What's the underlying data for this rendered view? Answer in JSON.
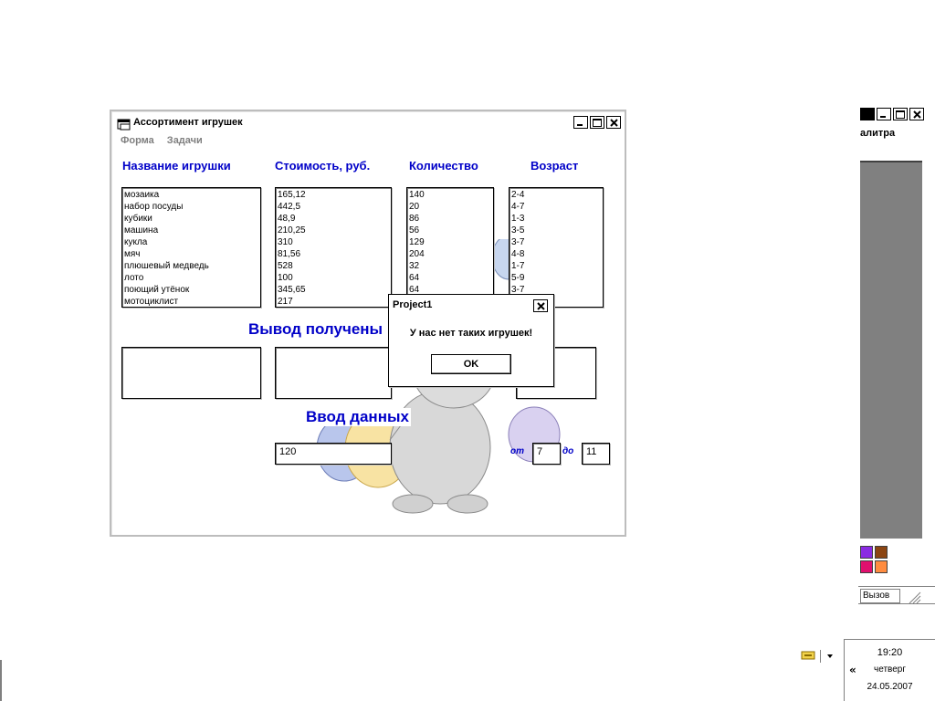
{
  "window": {
    "title": "Ассортимент игрушек",
    "menu": [
      "Форма",
      "Задачи"
    ]
  },
  "columns": {
    "name": "Название игрушки",
    "price": "Стоимость, руб.",
    "qty": "Количество",
    "age": "Возраст"
  },
  "lists": {
    "names": [
      "мозаика",
      "набор посуды",
      "кубики",
      "машина",
      "кукла",
      "мяч",
      "плюшевый медведь",
      "лото",
      "поющий утёнок",
      "мотоциклист"
    ],
    "prices": [
      "165,12",
      "442,5",
      "48,9",
      "210,25",
      "310",
      "81,56",
      "528",
      "100",
      "345,65",
      "217"
    ],
    "qtys": [
      "140",
      "20",
      "86",
      "56",
      "129",
      "204",
      "32",
      "64",
      "64"
    ],
    "ages": [
      "2-4",
      "4-7",
      "1-3",
      "3-5",
      "3-7",
      "4-8",
      "1-7",
      "5-9",
      "3-7"
    ]
  },
  "output": {
    "heading": "Вывод получены"
  },
  "input": {
    "heading": "Ввод данных",
    "price_value": "120",
    "from_label": "от",
    "from_value": "7",
    "to_label": "до",
    "to_value": "11"
  },
  "dialog": {
    "title": "Project1",
    "message": "У нас нет таких игрушек!",
    "ok": "OK"
  },
  "right_window": {
    "title": "алитра",
    "status": "Вызов",
    "palette": [
      "#8a2be2",
      "#8b4513",
      "#e0106e",
      "#ff8c40"
    ]
  },
  "tray": {
    "time": "19:20",
    "day": "четверг",
    "date": "24.05.2007"
  }
}
